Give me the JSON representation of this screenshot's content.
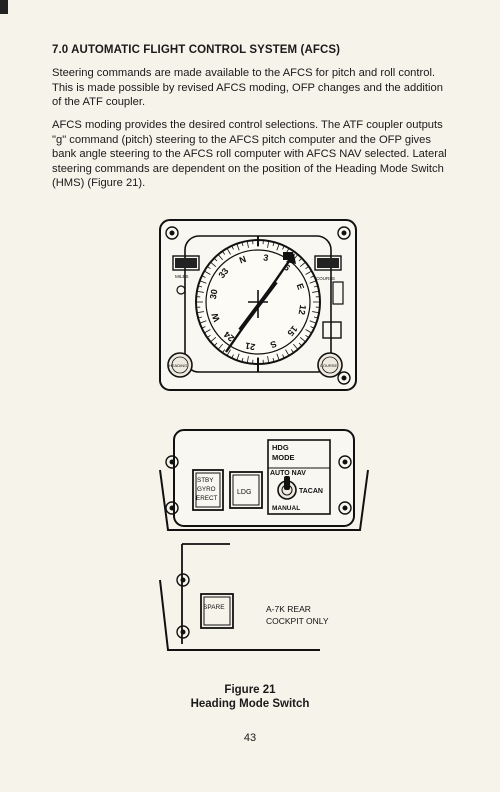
{
  "section_heading": "7.0 AUTOMATIC FLIGHT CONTROL SYSTEM (AFCS)",
  "paragraphs": [
    "Steering commands are made available to the AFCS for pitch and roll control. This is made possible by revised AFCS moding, OFP changes and the addition of the ATF coupler.",
    "AFCS moding provides the desired control selections. The ATF coupler outputs \"g\" command (pitch) steering to the AFCS pitch computer and the OFP gives bank angle steering to the AFCS roll computer with AFCS NAV selected. Lateral steering commands are dependent on the position of the Heading Mode Switch (HMS) (Figure 21)."
  ],
  "figure": {
    "hsi": {
      "miles_label": "MILES",
      "course_label": "COURSE",
      "heading_knob_label": "HEADING",
      "course_knob_label": "COURSE",
      "compass_marks": [
        "N",
        "3",
        "6",
        "E",
        "12",
        "15",
        "S",
        "21",
        "24",
        "W",
        "30",
        "33"
      ]
    },
    "switch_panel": {
      "stby_gyro_erect": [
        "STBY",
        "GYRO",
        "ERECT"
      ],
      "ldg_label": "LDG",
      "hdg_mode_lines": [
        "HDG",
        "MODE"
      ],
      "auto_nav": "AUTO NAV",
      "tacan": "TACAN",
      "manual": "MANUAL"
    },
    "rear_panel": {
      "spare_label": "SPARE",
      "note_lines": [
        "A-7K REAR",
        "COCKPIT ONLY"
      ]
    }
  },
  "caption": {
    "number": "Figure 21",
    "title": "Heading Mode Switch"
  },
  "page_number": "43"
}
